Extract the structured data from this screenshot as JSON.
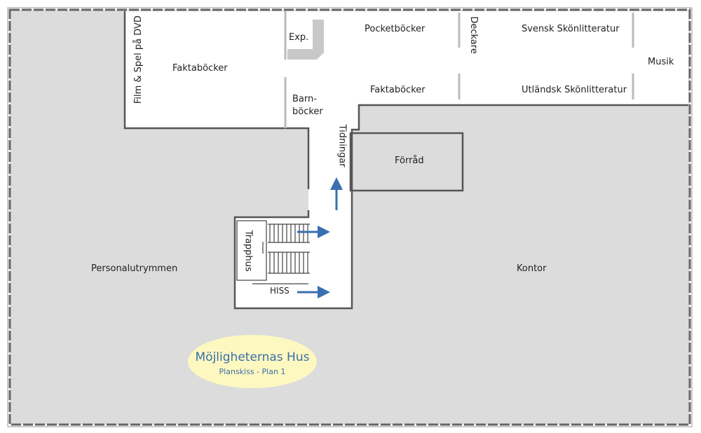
{
  "rooms": {
    "film": "Film & Spel på DVD",
    "fakta_left": "Faktaböcker",
    "exp": "Exp.",
    "barn_1": "Barn-",
    "barn_2": "böcker",
    "pocket": "Pocketböcker",
    "deckare": "Deckare",
    "svensk": "Svensk Skönlitteratur",
    "musik": "Musik",
    "fakta_right": "Faktaböcker",
    "utlandsk": "Utländsk Skönlitteratur",
    "tidningar": "Tidningar",
    "forrad": "Förråd",
    "trapphus": "Trapphus",
    "hiss": "HISS",
    "personal": "Personalutrymmen",
    "kontor": "Kontor"
  },
  "logo": {
    "title": "Möjligheternas Hus",
    "subtitle": "Planskiss - Plan 1"
  },
  "colors": {
    "arrow": "#3a6fb0",
    "gray": "#dcdcdc",
    "logo_bg": "#fdf8c0",
    "logo_text": "#3a6ea8"
  }
}
